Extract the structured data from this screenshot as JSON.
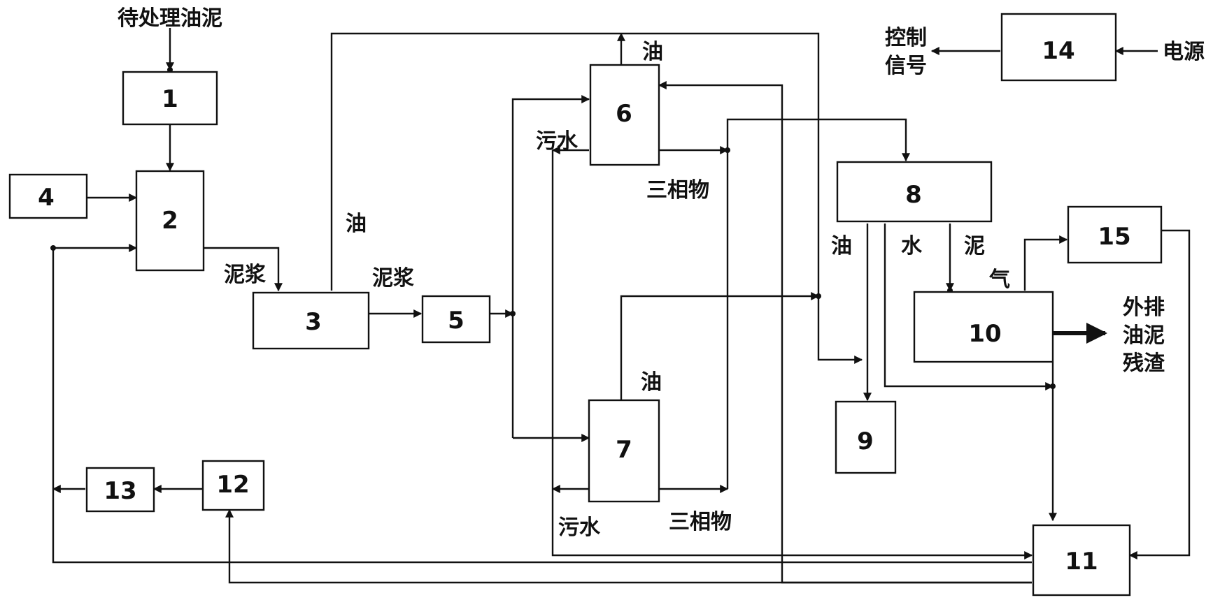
{
  "diagram": {
    "boxes": {
      "b1": "1",
      "b2": "2",
      "b3": "3",
      "b4": "4",
      "b5": "5",
      "b6": "6",
      "b7": "7",
      "b8": "8",
      "b9": "9",
      "b10": "10",
      "b11": "11",
      "b12": "12",
      "b13": "13",
      "b14": "14",
      "b15": "15"
    },
    "labels": {
      "input_sludge": "待处理油泥",
      "slurry_2_3": "泥浆",
      "slurry_3_5": "泥浆",
      "oil_3": "油",
      "oil_6": "油",
      "wastewater_6": "污水",
      "three_phase_6": "三相物",
      "oil_7": "油",
      "wastewater_7": "污水",
      "three_phase_7": "三相物",
      "oil_8": "油",
      "water_8": "水",
      "mud_8": "泥",
      "gas_10": "气",
      "discharge_1": "外排",
      "discharge_2": "油泥",
      "discharge_3": "残渣",
      "control_1": "控制",
      "control_2": "信号",
      "power": "电源"
    },
    "colors": {
      "line": "#111111",
      "background": "#ffffff"
    }
  }
}
